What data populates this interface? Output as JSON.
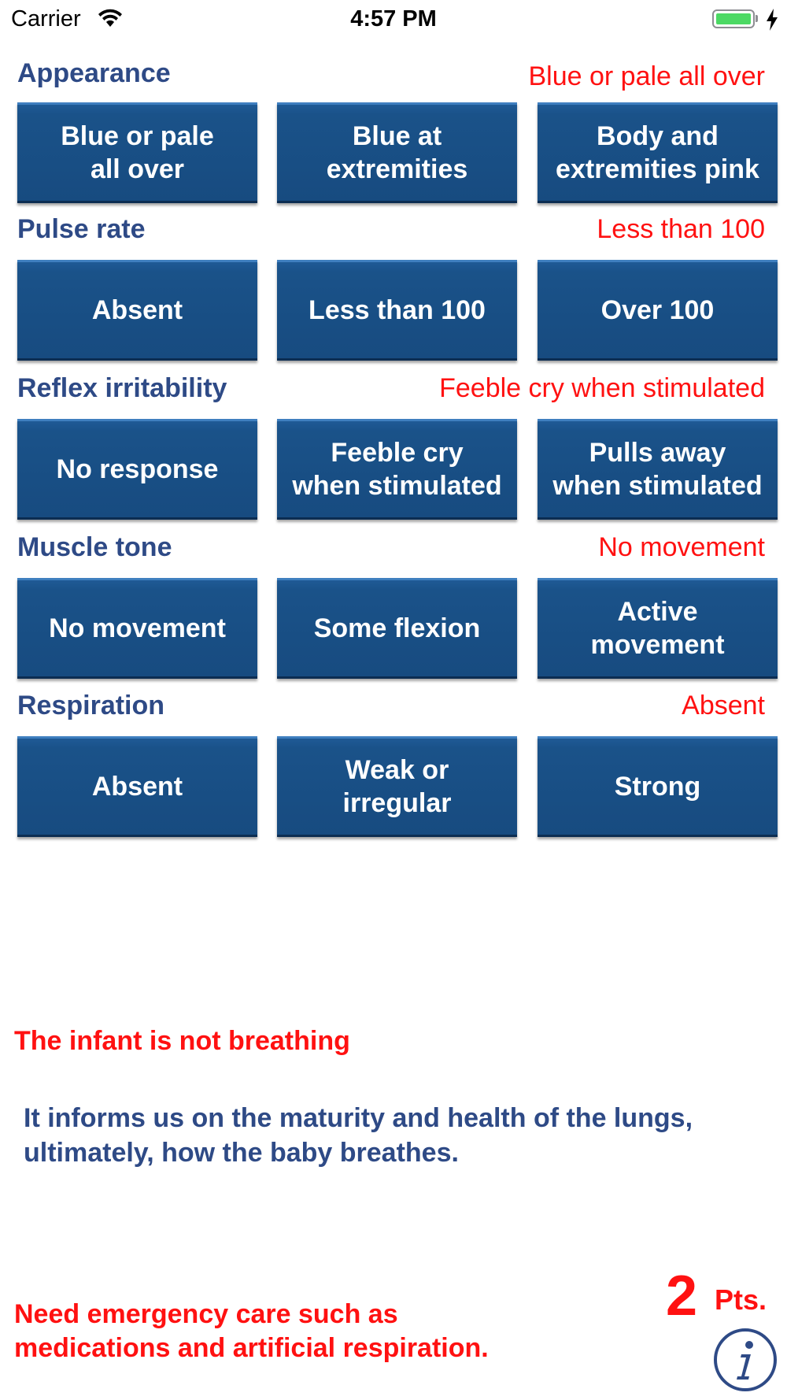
{
  "status_bar": {
    "carrier": "Carrier",
    "time": "4:57 PM"
  },
  "sections": [
    {
      "label": "Appearance",
      "selected": "Blue or pale all over",
      "options": [
        [
          "Blue or pale",
          "all over"
        ],
        [
          "Blue at",
          "extremities"
        ],
        [
          "Body and",
          "extremities pink"
        ]
      ]
    },
    {
      "label": "Pulse rate",
      "selected": "Less than 100",
      "options": [
        [
          "Absent"
        ],
        [
          "Less than 100"
        ],
        [
          "Over 100"
        ]
      ]
    },
    {
      "label": "Reflex irritability",
      "selected": "Feeble cry when stimulated",
      "options": [
        [
          "No response"
        ],
        [
          "Feeble cry",
          "when stimulated"
        ],
        [
          "Pulls away",
          "when stimulated"
        ]
      ]
    },
    {
      "label": "Muscle tone",
      "selected": "No movement",
      "options": [
        [
          "No movement"
        ],
        [
          "Some flexion"
        ],
        [
          "Active",
          "movement"
        ]
      ]
    },
    {
      "label": "Respiration",
      "selected": "Absent",
      "options": [
        [
          "Absent"
        ],
        [
          "Weak or",
          "irregular"
        ],
        [
          "Strong"
        ]
      ]
    }
  ],
  "assessment": "The infant is not breathing",
  "description": [
    "It informs us on the maturity and health of the lungs,",
    "ultimately, how the baby breathes."
  ],
  "advice": [
    "Need emergency care such as",
    "medications and artificial respiration."
  ],
  "score": {
    "value": "2",
    "unit": "Pts."
  },
  "icons": {
    "info": "info-icon",
    "wifi": "wifi-icon",
    "battery": "battery-icon",
    "charging": "charging-bolt-icon"
  },
  "colors": {
    "button_bg": "#174b80",
    "label_blue": "#2e4a86",
    "alert_red": "#ff1111"
  }
}
